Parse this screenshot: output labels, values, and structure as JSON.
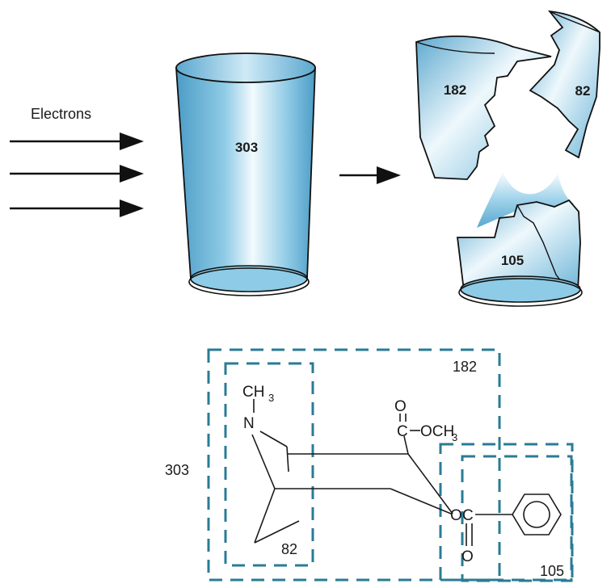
{
  "diagram": {
    "top": {
      "beam_label": "Electrons",
      "molecule_mass": "303",
      "fragments": [
        "182",
        "82",
        "105"
      ]
    },
    "bottom": {
      "groups": [
        "303",
        "182",
        "82",
        "105"
      ],
      "atoms": {
        "methyl_c": "CH",
        "methyl_sub": "3",
        "nitrogen": "N",
        "ester_o_top": "O",
        "ester_c": "C",
        "ester_dash": "–",
        "ester_och": "OCH",
        "ester_och_sub": "3",
        "benzoyl_o": "O",
        "benzoyl_c": "C",
        "benzoyl_o_bottom": "O"
      }
    },
    "colors": {
      "cup_fill": "#7fc4e2",
      "cup_highlight": "#e8f5fb",
      "cup_dark": "#3d8fb8",
      "box_dash": "#2a7b96"
    }
  }
}
